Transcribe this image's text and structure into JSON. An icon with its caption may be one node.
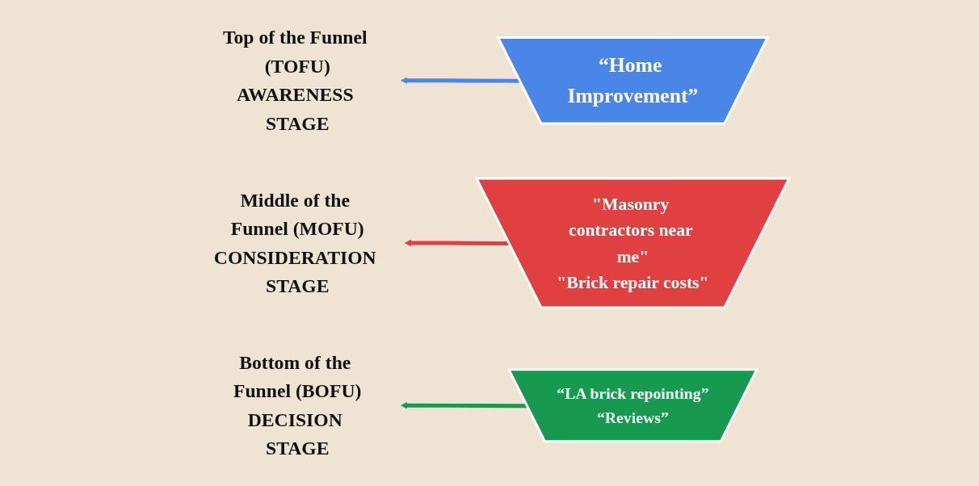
{
  "diagram": {
    "nodes": [
      {
        "text": [
          "Top of the Funnel (TOFU)",
          "AWARENESS STAGE"
        ]
      },
      {
        "text": [
          "“Home Improvement”"
        ]
      },
      {
        "text": [
          "Middle of the Funnel (MOFU)",
          "CONSIDERATION STAGE"
        ]
      },
      {
        "text": [
          "\"Masonry contractors near me\"",
          "\"Brick repair costs\""
        ]
      },
      {
        "text": [
          "Bottom of the Funnel (BOFU)",
          "DECISION STAGE"
        ]
      },
      {
        "text": [
          "“LA brick repointing”",
          "“Reviews”"
        ]
      }
    ],
    "edges": [
      {
        "from": 1,
        "to": 0,
        "arrow": "to",
        "color": "#4a86e8"
      },
      {
        "from": 3,
        "to": 2,
        "arrow": "to",
        "color": "#e04040"
      },
      {
        "from": 5,
        "to": 4,
        "arrow": "to",
        "color": "#17994f"
      }
    ]
  }
}
